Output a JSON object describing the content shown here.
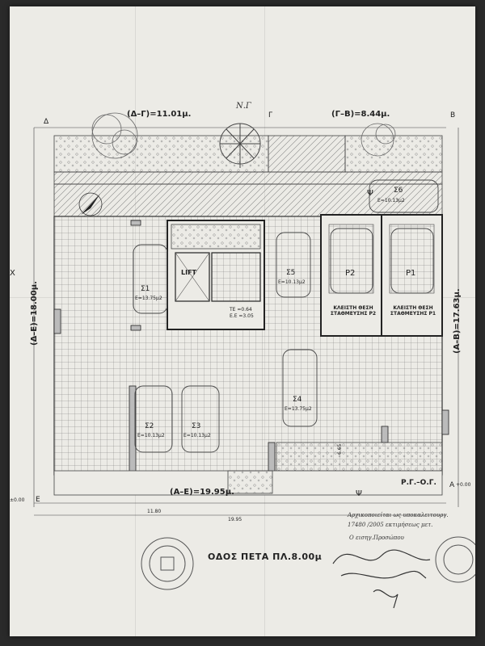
{
  "plan": {
    "dim_top_left": "(Δ–Γ)=11.01μ.",
    "dim_top_right": "(Γ–Β)=8.44μ.",
    "dim_left": "(Δ–Ε)=18.00μ.",
    "dim_right": "(Α–Β)=17.63μ.",
    "dim_bottom": "(Α–Ε)=19.95μ.",
    "corner_d": "Δ",
    "corner_g": "Γ",
    "corner_b": "Β",
    "corner_a": "Α",
    "corner_e": "Ε",
    "north_note": "Ν.Γ",
    "lift": "LIFT",
    "side_x": "Χ",
    "side_psi_top": "Ψ",
    "side_psi_bottom": "Ψ",
    "rg_og": "Ρ.Γ.–Ο.Γ.",
    "level_a": "+0.00",
    "level_e": "±0.00",
    "street": "ΟΔΟΣ ΠΕΤΑ ΠΛ.8.00μ",
    "parking": [
      {
        "name": "Σ1",
        "area": "Ε=13.75μ2"
      },
      {
        "name": "Σ2",
        "area": "Ε=10.13μ2"
      },
      {
        "name": "Σ3",
        "area": "Ε=10.13μ2"
      },
      {
        "name": "Σ4",
        "area": "Ε=13.75μ2"
      },
      {
        "name": "Σ5",
        "area": "Ε=10.13μ2"
      },
      {
        "name": "Σ6",
        "area": "Ε=10.13μ2"
      },
      {
        "name": "Ρ2",
        "area": ""
      },
      {
        "name": "Ρ1",
        "area": ""
      }
    ],
    "closed_p2": [
      "ΚΛΕΙΣΤΗ ΘΕΣΗ",
      "ΣΤΑΘΜΕΥΣΗΣ Ρ2"
    ],
    "closed_p1": [
      "ΚΛΕΙΣΤΗ ΘΕΣΗ",
      "ΣΤΑΘΜΕΥΣΗΣ Ρ1"
    ],
    "te_label": "ΤΕ =0.64",
    "ee_label": "Ε.Ε =3.05",
    "dim_total": "19.95",
    "dim_sub": "11.80",
    "dim_6_65": "6.65"
  },
  "annotations": {
    "hand_line1": "Αρχικοποιείται ως υποκαλειτουργ.",
    "hand_line2": "17480 /2005 εκτιμήσεως μετ.",
    "hand_line3": "Ο εισηγ.Προσώπου"
  },
  "colors": {
    "paper": "#ecebe6",
    "ink": "#333333",
    "stamp": "#555555"
  }
}
